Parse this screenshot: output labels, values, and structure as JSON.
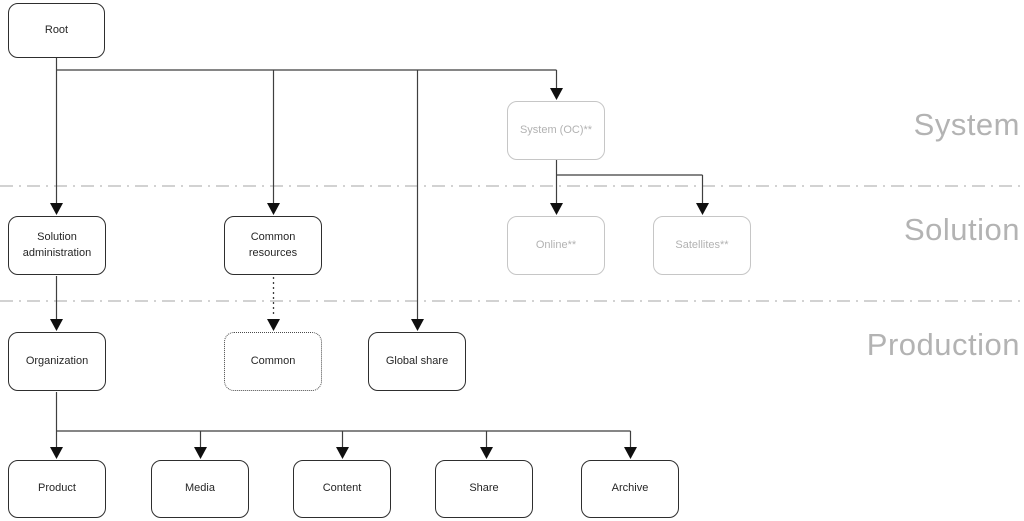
{
  "zones": {
    "system": "System",
    "solution": "Solution",
    "production": "Production"
  },
  "nodes": {
    "root": "Root",
    "system_oc": "System (OC)**",
    "solution_administration": "Solution administration",
    "common_resources": "Common resources",
    "online": "Online**",
    "satellites": "Satellites**",
    "organization": "Organization",
    "common": "Common",
    "global_share": "Global share",
    "product": "Product",
    "media": "Media",
    "content": "Content",
    "share": "Share",
    "archive": "Archive"
  },
  "colors": {
    "node_border": "#2e2e2e",
    "node_text": "#262626",
    "inactive_border": "#c6c6c6",
    "inactive_text": "#b2b2b2",
    "connector": "#3f3f3f",
    "arrowhead": "#0f0f0f",
    "divider": "#c4c4c4",
    "zone_label": "#b3b3b3",
    "background": "#ffffff"
  }
}
